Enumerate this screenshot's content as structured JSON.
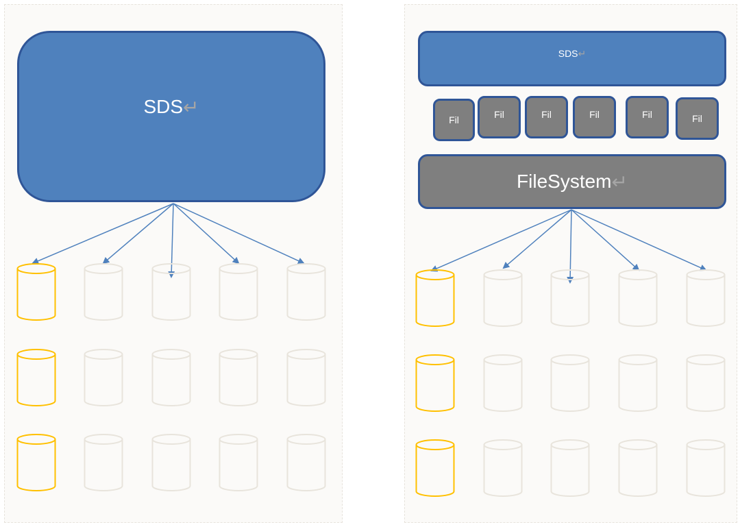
{
  "left": {
    "sds_label": "SDS",
    "cylinder_rows": [
      [
        "highlighted",
        "faded",
        "faded",
        "faded",
        "faded"
      ],
      [
        "highlighted",
        "faded",
        "faded",
        "faded",
        "faded"
      ],
      [
        "highlighted",
        "faded",
        "faded",
        "faded",
        "faded"
      ]
    ]
  },
  "right": {
    "sds_label": "SDS",
    "file_labels": [
      "Fil",
      "Fil",
      "Fil",
      "Fil",
      "Fil",
      "Fil"
    ],
    "filesystem_label": "FileSystem",
    "cylinder_rows": [
      [
        "highlighted",
        "faded",
        "faded",
        "faded",
        "faded"
      ],
      [
        "highlighted",
        "faded",
        "faded",
        "faded",
        "faded"
      ],
      [
        "highlighted",
        "faded",
        "faded",
        "faded",
        "faded"
      ]
    ]
  },
  "colors": {
    "sds_fill": "#4f81bd",
    "sds_border": "#2f5597",
    "filesystem_fill": "#7f7f7f",
    "arrow": "#4f81bd",
    "highlighted_disk": "#ffc000",
    "faded_disk": "#e8e4dc",
    "return_mark": "#a5a5a5"
  },
  "icons": {
    "return_mark": "return-arrow-icon",
    "disk": "cylinder-disk-icon"
  }
}
